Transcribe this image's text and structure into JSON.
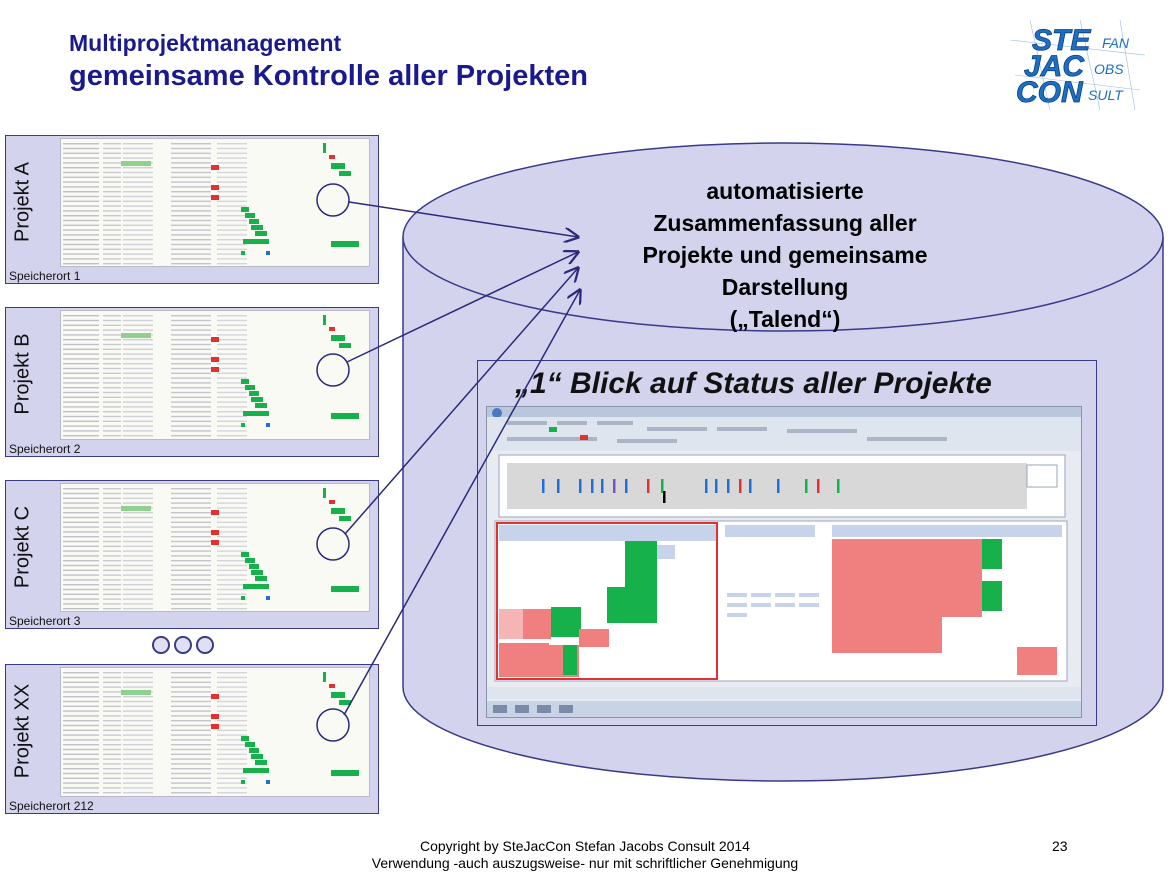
{
  "title": {
    "line1": "Multiprojektmanagement",
    "line2": "gemeinsame Kontrolle aller Projekten"
  },
  "logo": {
    "big_letters": [
      "STE",
      "JAC",
      "CON"
    ],
    "small_letters": [
      "FAN",
      "OBS",
      "SULT"
    ],
    "color": "#1b6fc4"
  },
  "projects": [
    {
      "label": "Projekt A",
      "storage": "Speicherort 1"
    },
    {
      "label": "Projekt B",
      "storage": "Speicherort 2"
    },
    {
      "label": "Projekt C",
      "storage": "Speicherort 3"
    },
    {
      "label": "Projekt XX",
      "storage": "Speicherort 212"
    }
  ],
  "ellipsis_dots": 3,
  "cylinder": {
    "text_lines": [
      "automatisierte",
      "Zusammenfassung aller",
      "Projekte und gemeinsame",
      "Darstellung",
      "(„Talend“)"
    ],
    "fill": "#d3d3ee",
    "stroke": "#3a3a8a"
  },
  "status_panel": {
    "heading": "„1“ Blick auf Status aller Projekte"
  },
  "footer": {
    "copyright": "Copyright by SteJacCon Stefan Jacobs Consult 2014",
    "usage": "Verwendung -auch auszugsweise- nur mit schriftlicher Genehmigung",
    "page_number": "23"
  },
  "colors": {
    "title": "#1a1a8c",
    "arrow": "#2a2a7a",
    "green": "#16b14a",
    "red": "#e33030",
    "salmon": "#f08080"
  }
}
